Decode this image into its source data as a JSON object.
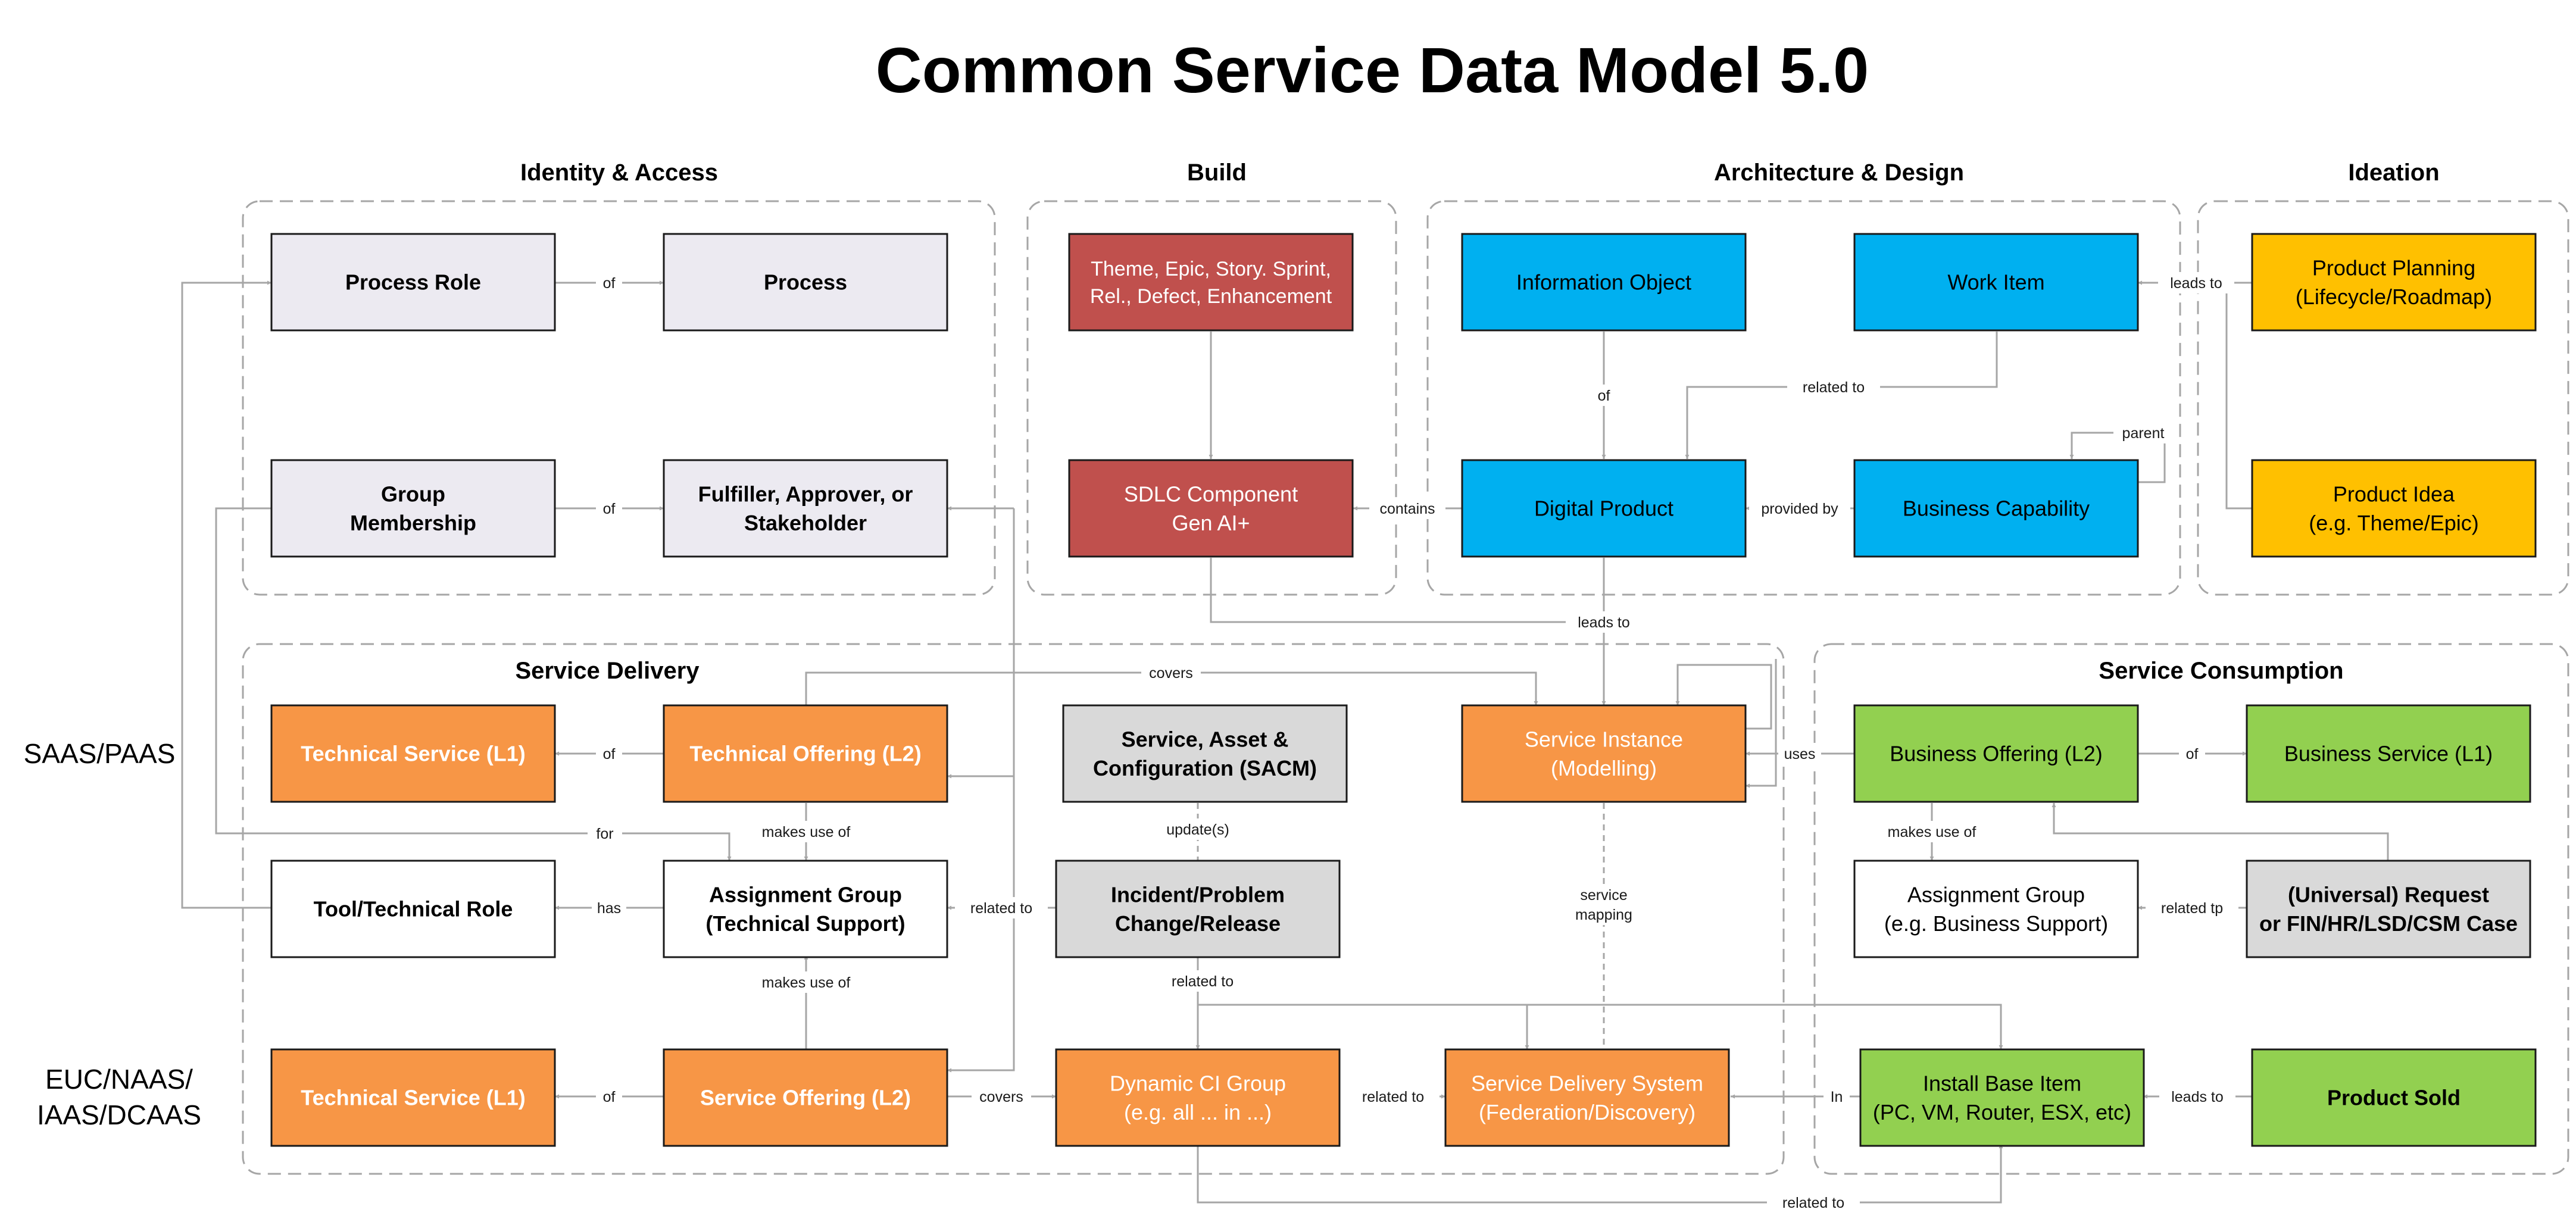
{
  "title": "Common Service Data Model 5.0",
  "colors": {
    "grey_box": "#ECEAF1",
    "light_grey_box": "#D9D9D9",
    "red": "#C0504D",
    "blue": "#00B0F0",
    "yellow": "#FFC000",
    "orange": "#F79646",
    "green": "#92D050",
    "white": "#FFFFFF",
    "border": "#1a1a1a",
    "connector": "#A6A6A6",
    "group_border": "#A6A6A6"
  },
  "sections": {
    "identity": "Identity & Access",
    "build": "Build",
    "architecture": "Architecture & Design",
    "ideation": "Ideation",
    "delivery": "Service Delivery",
    "consumption": "Service Consumption"
  },
  "side_labels": {
    "saas": "SAAS/PAAS",
    "euc_1": "EUC/NAAS/",
    "euc_2": "IAAS/DCAAS"
  },
  "boxes": {
    "process_role": [
      "Process Role"
    ],
    "process": [
      "Process"
    ],
    "group_membership": [
      "Group",
      "Membership"
    ],
    "fulfiller": [
      "Fulfiller, Approver, or",
      "Stakeholder"
    ],
    "theme_epic": [
      "Theme, Epic, Story. Sprint,",
      "Rel., Defect, Enhancement"
    ],
    "sdlc": [
      "SDLC Component",
      "Gen AI+"
    ],
    "information_object": [
      "Information Object"
    ],
    "work_item": [
      "Work Item"
    ],
    "digital_product": [
      "Digital Product"
    ],
    "business_capability": [
      "Business Capability"
    ],
    "product_planning": [
      "Product Planning",
      "(Lifecycle/Roadmap)"
    ],
    "product_idea": [
      "Product Idea",
      "(e.g. Theme/Epic)"
    ],
    "tech_service_l1_a": [
      "Technical Service (L1)"
    ],
    "tech_offering_l2": [
      "Technical Offering (L2)"
    ],
    "sacm": [
      "Service, Asset &",
      "Configuration (SACM)"
    ],
    "service_instance": [
      "Service Instance",
      "(Modelling)"
    ],
    "tool_role": [
      "Tool/Technical  Role"
    ],
    "assignment_tech": [
      "Assignment Group",
      "(Technical Support)"
    ],
    "incident": [
      "Incident/Problem",
      "Change/Release"
    ],
    "tech_service_l1_b": [
      "Technical Service (L1)"
    ],
    "service_offering_l2": [
      "Service Offering (L2)"
    ],
    "dynamic_ci": [
      "Dynamic CI Group",
      "(e.g. all ... in ...)"
    ],
    "sds": [
      "Service Delivery System",
      "(Federation/Discovery)"
    ],
    "business_offering": [
      "Business Offering (L2)"
    ],
    "business_service": [
      "Business Service (L1)"
    ],
    "assignment_business": [
      "Assignment Group",
      "(e.g. Business Support)"
    ],
    "universal_request": [
      "(Universal) Request",
      "or FIN/HR/LSD/CSM Case"
    ],
    "install_base": [
      "Install Base Item",
      "(PC, VM, Router, ESX, etc)"
    ],
    "product_sold": [
      "Product Sold"
    ]
  },
  "connector_labels": {
    "of_process": "of",
    "of_membership": "of",
    "contains": "contains",
    "of_info": "of",
    "related_to_work": "related to",
    "parent": "parent",
    "leads_to_planning": "leads to",
    "provided_by": "provided by",
    "leads_to_instance": "leads to",
    "covers_top": "covers",
    "of_tech": "of",
    "uses": "uses",
    "of_business": "of",
    "makes_use_of_tech": "makes use of",
    "updates": "update(s)",
    "makes_use_of_business": "makes use of",
    "for": "for",
    "has": "has",
    "related_to_incident": "related to",
    "service_mapping_1": "service",
    "service_mapping_2": "mapping",
    "related_tp": "related tp",
    "makes_use_of_offering": "makes use of",
    "related_to_dynamic": "related to",
    "of_service": "of",
    "covers_bottom": "covers",
    "related_to_sds": "related to",
    "in": "In",
    "leads_to_sold": "leads to",
    "related_to_bottom": "related to"
  }
}
